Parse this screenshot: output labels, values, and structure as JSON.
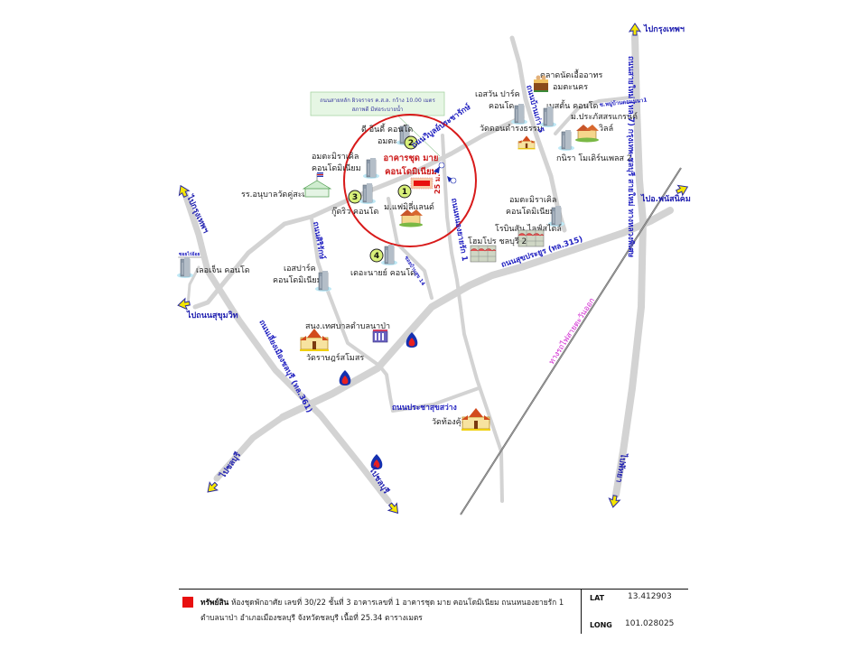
{
  "map": {
    "directions": {
      "to_bangkok_ne": "ไปกรุงเทพฯ",
      "to_bangkok_w": "ไปกรุงเทพฯ",
      "to_sukhumvit": "ไปถนนสุขุมวิท",
      "to_phanat_nikhom": "ไปอ.พนัสนิคม",
      "to_chonburi_sw": "ไปชลบุรี",
      "to_chonburi_s": "ไปชลบุรี",
      "to_pattaya": "ไปพัทยา"
    },
    "roads": {
      "motorway_7": "ถนนสายใหม่ (ทล.7) กรุงเทพ-ชลบุรี สายใหม่ ทางหลวงพิเศษ",
      "sukprayoon_315": "ถนนสุขประยูร (ทล.315)",
      "chonburi_bypass_361": "ถนนเลี่ยงเมืองชลบุรี (ทล.361)",
      "wiboon_prachaorak": "ถนนวิบูลย์ประชารักษ์",
      "ban_kao_5": "ถนนบ้านเก่า 5",
      "nong_yai_rak_1": "ถนนหนองยายรัก 1",
      "siriraksa": "ถนนศิริรักษ์",
      "pracha_suksawang": "ถนนประชาสุขสว่าง",
      "soi_ban_don_1": "ซ.หมู่บ้านดอนนนา1",
      "soi_small": "ซอยไร่อ้อย",
      "soi_side": "ซอยบ้านสุข 14",
      "railway": "ทางรถไฟสายตะวันออก"
    },
    "note": {
      "line1": "ถนนสายหลัก ผิวจราจร ค.ส.ล. กว้าง 10.00 เมตร",
      "line2": "สภาพดี มีท่อระบายน้ำ"
    },
    "subject": {
      "name_line1": "อาคารชุด มาย",
      "name_line2": "คอนโดมิเนียม",
      "distance": "25 ม.",
      "marker1": "1",
      "marker2": "2"
    },
    "comparables": [
      {
        "number": "1",
        "label": "ม.แฟมิลี่แลนด์"
      },
      {
        "number": "2",
        "label_line1": "ดี อินดี้ คอนโด",
        "label_line2": "อมตะ"
      },
      {
        "number": "3",
        "label": "กู๊ดริว คอนโด"
      },
      {
        "number": "4",
        "label": "เดอะนายย์ คอนโด"
      }
    ],
    "landmarks": {
      "amata_mirakle_1_line1": "อมตะมิราเคิล",
      "amata_mirakle_1_line2": "คอนโดมิเนียม",
      "kindergarten": "รร.อนุบาลวัดคู่สะเภา",
      "lay_ching": "เลอเจ็น คอนโด",
      "esparc_line1": "เอสปาร์ค",
      "esparc_line2": "คอนโดมิเนียม",
      "s1_park_line1": "เอสวัน ปาร์ค",
      "s1_park_line2": "คอนโด",
      "market_line1": "ตลาดนัดเอื้ออาทร",
      "market_line2": "อมตะนคร",
      "best_condo": "เบสตั้น คอนโด",
      "wat_don": "วัดดอนดำรงธรรม",
      "prakas_line1": "ม.ประภัสสรแกรนด์",
      "prakas_line2": "วิลล์",
      "kanira": "กนิรา โมเดิร์นเพลส 2",
      "amata_mirakle_2_line1": "อมตะมิราเคิล",
      "amata_mirakle_2_line2": "คอนโดมิเนียม",
      "robinson": "โรบินสัน ไลฟ์สไตล์",
      "homepro": "โฮมโปร ชลบุรี 2",
      "municipal": "สนง.เทศบาลตำบลนาป่า",
      "wat_rat": "วัดราษฎร์สโมสร",
      "wat_thong": "วัดท้องคุ้ง"
    }
  },
  "legend": {
    "title": "ทรัพย์สิน",
    "line1": "ห้องชุดพักอาศัย เลขที่ 30/22 ชั้นที่ 3 อาคารเลขที่ 1 อาคารชุด มาย คอนโดมิเนียม ถนนหนองยายรัก 1",
    "line2": "ตำบลนาป่า อำเภอเมืองชลบุรี จังหวัดชลบุรี เนื้อที่ 25.34 ตารางเมตร",
    "lat_label": "LAT",
    "lat_value": "13.412903",
    "long_label": "LONG",
    "long_value": "101.028025",
    "swatch_color": "#e81010"
  }
}
